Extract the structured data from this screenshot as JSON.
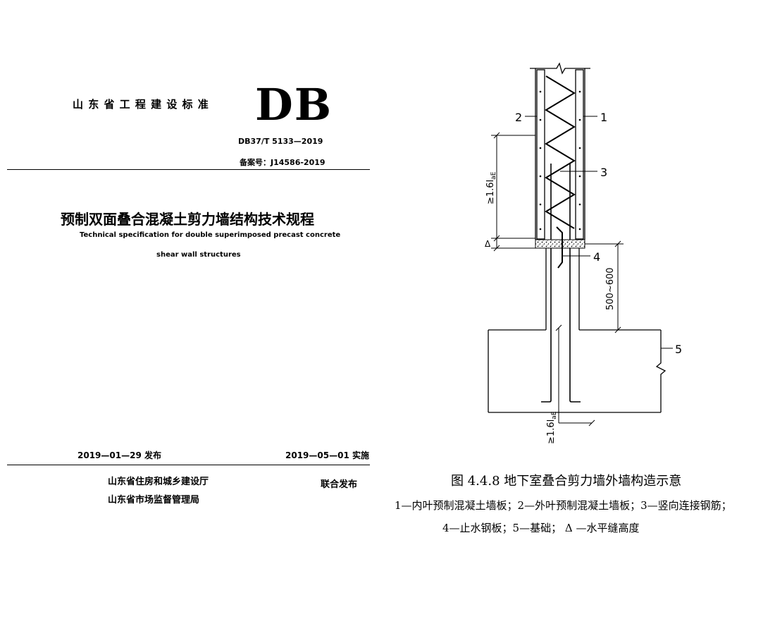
{
  "cover": {
    "org_standard": "山 东 省 工 程 建 设 标 准",
    "code_mark": "DB",
    "std_number": "DB37/T 5133—2019",
    "record_number": "备案号：J14586-2019",
    "title_cn": "预制双面叠合混凝土剪力墙结构技术规程",
    "title_en_line1": "Technical specification for double superimposed precast concrete",
    "title_en_line2": "shear wall structures",
    "publish_date": "2019—01—29 发布",
    "implement_date": "2019—05—01  实施",
    "issuer_1": "山东省住房和城乡建设厅",
    "issuer_2": "山东省市场监督管理局",
    "joint_issue": "联合发布"
  },
  "figure": {
    "callouts": [
      "1",
      "2",
      "3",
      "4",
      "5"
    ],
    "dim_anchorage": "≥1.6l",
    "dim_anchorage_sub": "aE",
    "dim_delta": "Δ",
    "dim_range": "500~600",
    "caption": "图  4.4.8  地下室叠合剪力墙外墙构造示意",
    "legend_line1": "1—内叶预制混凝土墙板；2—外叶预制混凝土墙板；3—竖向连接钢筋；",
    "legend_line2": "4—止水钢板；5—基础；  Δ —水平缝高度"
  }
}
